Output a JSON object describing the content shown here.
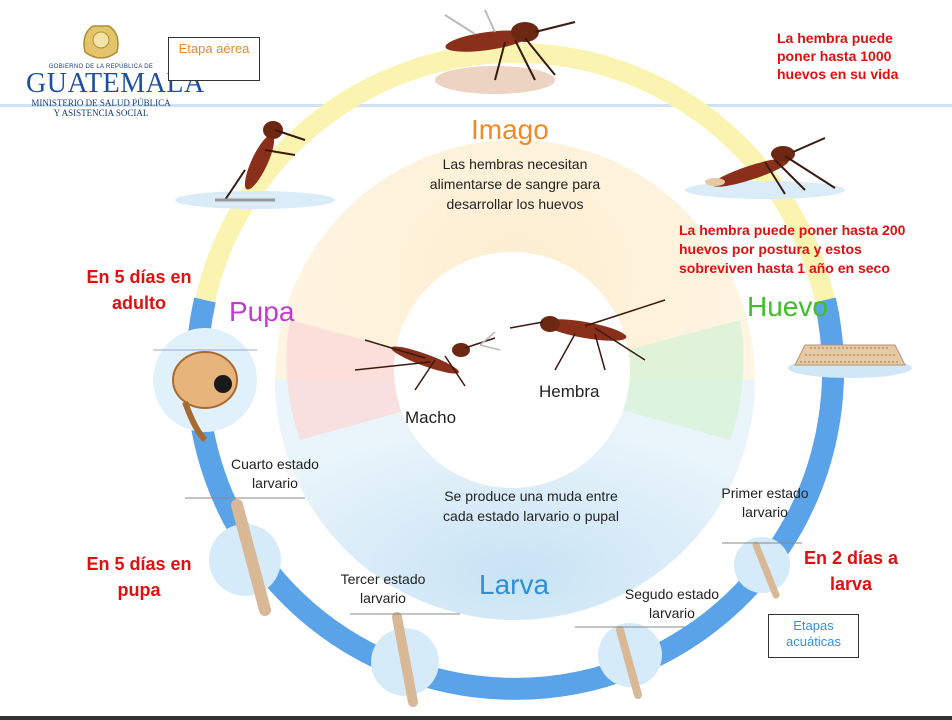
{
  "logo": {
    "top_line": "GOBIERNO DE LA REPÚBLICA DE",
    "name": "GUATEMALA",
    "ministry_line1": "MINISTERIO DE SALUD PÚBLICA",
    "ministry_line2": "Y ASISTENCIA SOCIAL"
  },
  "boxes": {
    "aerial": "Etapa aérea",
    "aquatic": "Etapas acuáticas"
  },
  "notes": {
    "eggs_life": "La hembra puede poner hasta 1000 huevos en su vida",
    "eggs_batch": "La hembra puede poner hasta 200 huevos por postura y estos sobreviven hasta 1 año en seco",
    "to_adult": "En 5 días en adulto",
    "to_pupa": "En 5 días en pupa",
    "to_larva": "En 2 días a larva"
  },
  "stages": {
    "imago": "Imago",
    "pupa": "Pupa",
    "huevo": "Huevo",
    "larva": "Larva"
  },
  "descriptions": {
    "imago": "Las hembras necesitan alimentarse de sangre para desarrollar los huevos",
    "larva": "Se produce una muda entre cada estado larvario o pupal"
  },
  "center": {
    "male": "Macho",
    "female": "Hembra"
  },
  "larval_stages": {
    "first": "Primer estado larvario",
    "second": "Segudo estado larvario",
    "third": "Tercer estado larvario",
    "fourth": "Cuarto estado larvario"
  },
  "colors": {
    "aerial_ring": "#fbf3b0",
    "aquatic_ring": "#5aa3e8",
    "imago_title": "#f08a24",
    "pupa_title": "#c23bd0",
    "huevo_title": "#3fbf2a",
    "larva_title": "#2e8fd6",
    "note_red": "#e01010"
  },
  "icons": [
    "mosquito-icon",
    "egg-raft-icon",
    "larva-icon",
    "pupa-icon"
  ]
}
